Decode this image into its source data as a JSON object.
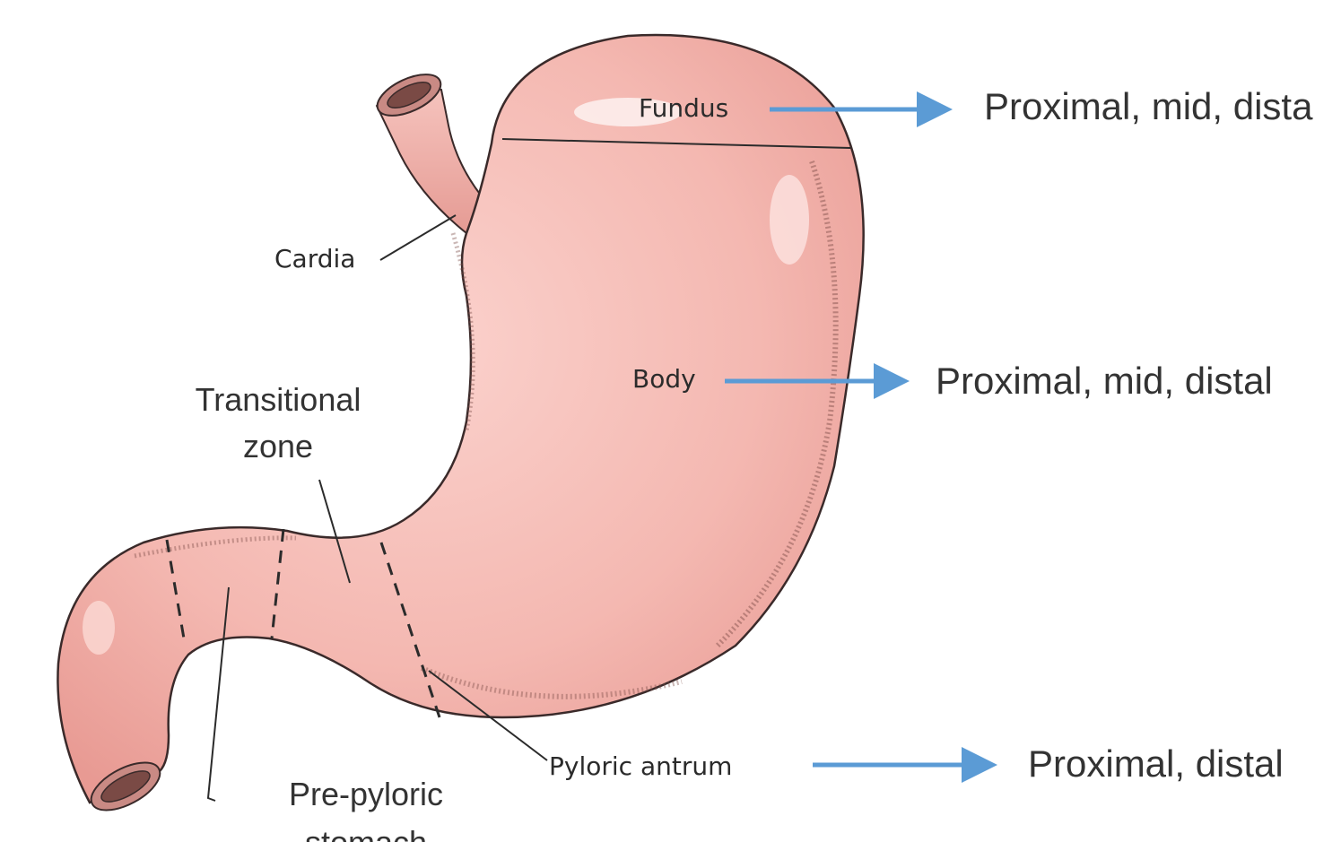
{
  "diagram": {
    "labels": {
      "fundus": "Fundus",
      "cardia": "Cardia",
      "body": "Body",
      "transitional_line1": "Transitional",
      "transitional_line2": "zone",
      "pyloric_antrum": "Pyloric antrum",
      "pre_pyloric_line1": "Pre-pyloric",
      "pre_pyloric_line2": "stomach"
    },
    "subdivisions": {
      "fundus": "Proximal, mid, dista",
      "body": "Proximal, mid, distal",
      "pyloric_antrum": "Proximal, distal"
    },
    "colors": {
      "stomach_fill": "#f2b3ad",
      "stomach_highlight": "#fbdcd8",
      "outline": "#3a2a2a",
      "arrow": "#5b9bd5",
      "text": "#333333"
    }
  }
}
